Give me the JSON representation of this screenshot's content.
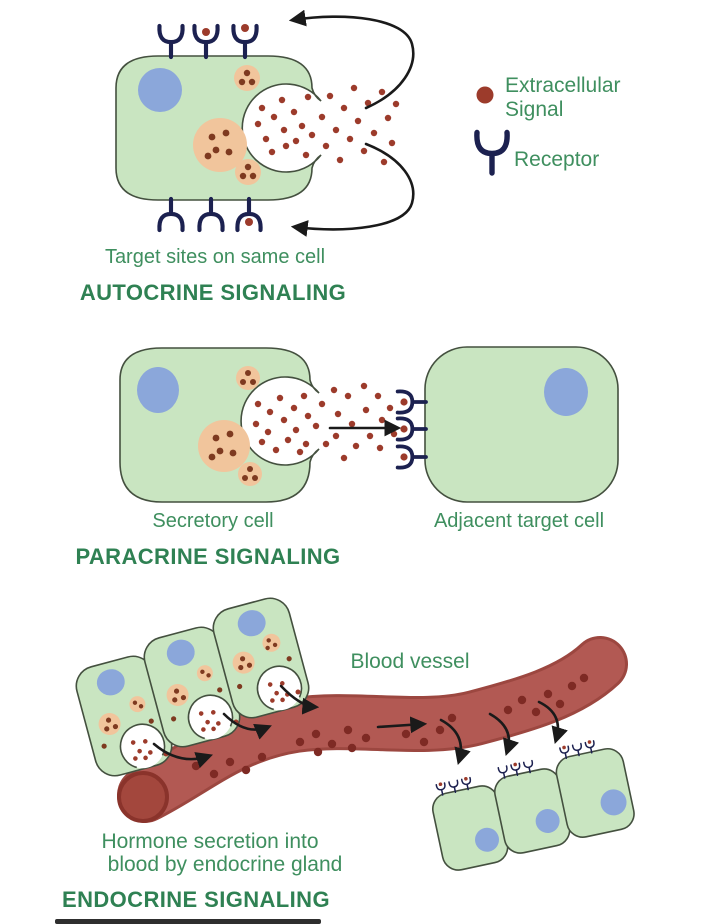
{
  "palette": {
    "cell_fill": "#c9e5c1",
    "cell_stroke": "#44503f",
    "nucleus": "#8ba7da",
    "vesicle": "#f1c59c",
    "vesicle_dot": "#7e3a20",
    "signal_dot": "#9c3b2b",
    "receptor": "#1c2150",
    "arrow": "#1a1a1a",
    "vessel_fill": "#b25953",
    "vessel_stroke": "#9c4740",
    "vessel_cap": "#a3473d",
    "vessel_cap_ring": "#8a332b",
    "vessel_dot": "#7e2a24",
    "label_green": "#3f8f5f",
    "heading_green": "#2f8153"
  },
  "legend": {
    "signal_line1": "Extracellular",
    "signal_line2": "Signal",
    "receptor_label": "Receptor"
  },
  "sections": {
    "autocrine": {
      "caption": "Target sites on same cell",
      "heading": "AUTOCRINE SIGNALING"
    },
    "paracrine": {
      "secretory_label": "Secretory cell",
      "target_label": "Adjacent target cell",
      "heading": "PARACRINE SIGNALING"
    },
    "endocrine": {
      "vessel_label": "Blood vessel",
      "caption_line1": "Hormone secretion into",
      "caption_line2": "blood by endocrine gland",
      "heading": "ENDOCRINE SIGNALING"
    }
  }
}
